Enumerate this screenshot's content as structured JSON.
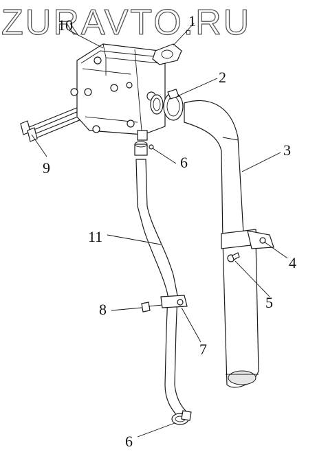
{
  "watermark": "ZURAVTO.RU",
  "callouts": {
    "c1": "1",
    "c2": "2",
    "c3": "3",
    "c4": "4",
    "c5": "5",
    "c6a": "6",
    "c6b": "6",
    "c7": "7",
    "c8": "8",
    "c9": "9",
    "c10": "10",
    "c11": "11"
  }
}
